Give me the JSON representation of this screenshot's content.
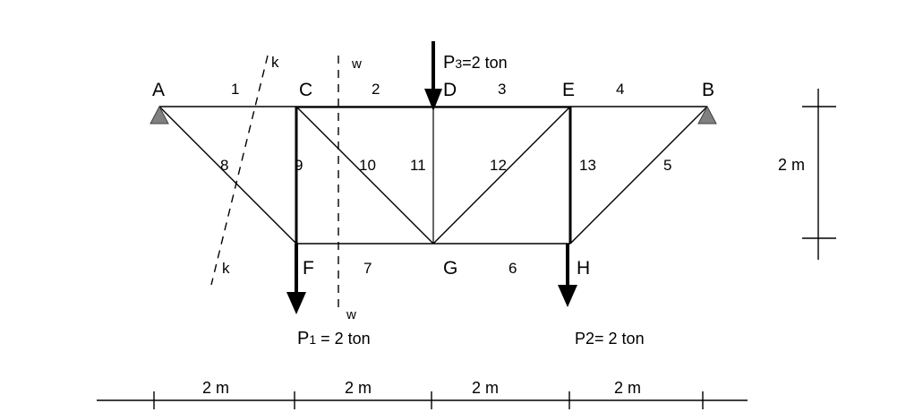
{
  "nodes": [
    {
      "id": "A",
      "label": "A"
    },
    {
      "id": "C",
      "label": "C"
    },
    {
      "id": "D",
      "label": "D"
    },
    {
      "id": "E",
      "label": "E"
    },
    {
      "id": "B",
      "label": "B"
    },
    {
      "id": "F",
      "label": "F"
    },
    {
      "id": "G",
      "label": "G"
    },
    {
      "id": "H",
      "label": "H"
    }
  ],
  "members": [
    {
      "id": "1",
      "label": "1",
      "from": "A",
      "to": "C"
    },
    {
      "id": "2",
      "label": "2",
      "from": "C",
      "to": "D"
    },
    {
      "id": "3",
      "label": "3",
      "from": "D",
      "to": "E"
    },
    {
      "id": "4",
      "label": "4",
      "from": "E",
      "to": "B"
    },
    {
      "id": "5",
      "label": "5",
      "from": "H",
      "to": "B"
    },
    {
      "id": "6",
      "label": "6",
      "from": "G",
      "to": "H"
    },
    {
      "id": "7",
      "label": "7",
      "from": "F",
      "to": "G"
    },
    {
      "id": "8",
      "label": "8",
      "from": "A",
      "to": "F"
    },
    {
      "id": "9",
      "label": "9",
      "from": "C",
      "to": "F"
    },
    {
      "id": "10",
      "label": "10",
      "from": "C",
      "to": "G"
    },
    {
      "id": "11",
      "label": "11",
      "from": "D",
      "to": "G"
    },
    {
      "id": "12",
      "label": "12",
      "from": "G",
      "to": "E"
    },
    {
      "id": "13",
      "label": "13",
      "from": "E",
      "to": "H"
    }
  ],
  "loads": [
    {
      "id": "P3",
      "label_main": "P",
      "label_sub": "3",
      "label_rest": "=2 ton",
      "node": "D",
      "direction": "down"
    },
    {
      "id": "P1",
      "label_main": "P",
      "label_sub": "1",
      "label_rest": " = 2 ton",
      "node": "F",
      "direction": "down"
    },
    {
      "id": "P2",
      "label_main": "P2",
      "label_sub": "",
      "label_rest": "= 2 ton",
      "node": "H",
      "direction": "down"
    }
  ],
  "sections": [
    {
      "id": "k",
      "top_label": "k",
      "bottom_label": "k"
    },
    {
      "id": "w",
      "top_label": "w",
      "bottom_label": "w"
    }
  ],
  "dimensions": {
    "height": "2 m",
    "spans": [
      "2 m",
      "2 m",
      "2 m",
      "2 m"
    ]
  },
  "colors": {
    "line": "#000000",
    "support": "#808080"
  }
}
